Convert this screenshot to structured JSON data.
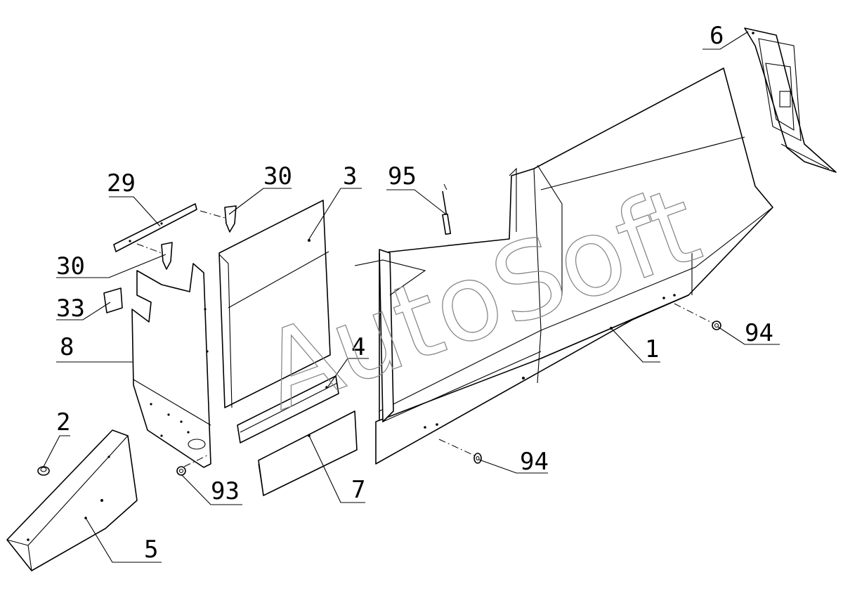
{
  "watermark": "AutoSoft",
  "callouts": [
    {
      "id": "6",
      "label": "6"
    },
    {
      "id": "29",
      "label": "29"
    },
    {
      "id": "30a",
      "label": "30"
    },
    {
      "id": "3",
      "label": "3"
    },
    {
      "id": "95",
      "label": "95"
    },
    {
      "id": "30b",
      "label": "30"
    },
    {
      "id": "33",
      "label": "33"
    },
    {
      "id": "8",
      "label": "8"
    },
    {
      "id": "4",
      "label": "4"
    },
    {
      "id": "94a",
      "label": "94"
    },
    {
      "id": "1",
      "label": "1"
    },
    {
      "id": "2",
      "label": "2"
    },
    {
      "id": "93",
      "label": "93"
    },
    {
      "id": "7",
      "label": "7"
    },
    {
      "id": "94b",
      "label": "94"
    },
    {
      "id": "5",
      "label": "5"
    }
  ]
}
